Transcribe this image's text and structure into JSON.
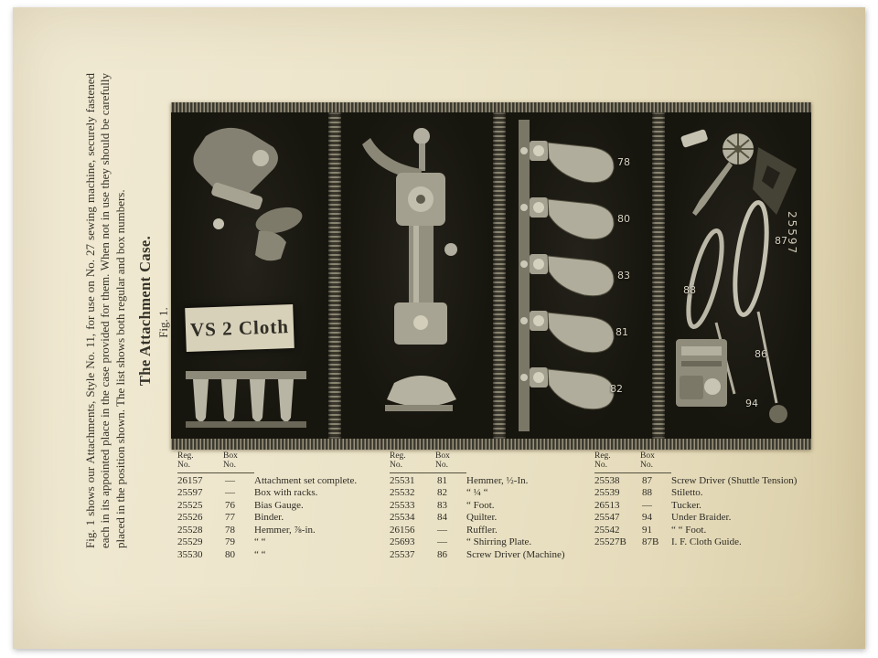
{
  "margin": {
    "note": "Fig. 1 shows our Attachments, Style No. 11, for use on No. 27 sewing machine, securely fastened each in its appointed place in the case provided for them.  When not in use they should be carefully placed in the position shown.  The list shows both regular and box numbers.",
    "title": "The Attachment Case.",
    "fig_label": "Fig. 1."
  },
  "figure": {
    "tag_label": "VS 2 Cloth",
    "panel3_numbers": [
      "78",
      "80",
      "83",
      "81",
      "82"
    ],
    "panel4_numbers": [
      "87",
      "88",
      "86",
      "94"
    ],
    "panel4_serial": "25597"
  },
  "table": {
    "reg_header": "Reg.\nNo.",
    "box_header": "Box\nNo.",
    "groups": [
      {
        "rows": [
          [
            "26157",
            "—",
            "Attachment set complete."
          ],
          [
            "25597",
            "—",
            "Box with racks."
          ],
          [
            "25525",
            "76",
            "Bias Gauge."
          ],
          [
            "25526",
            "77",
            "Binder."
          ],
          [
            "25528",
            "78",
            "Hemmer, ⅞-in."
          ],
          [
            "25529",
            "79",
            "“        “"
          ],
          [
            "35530",
            "80",
            "“        “"
          ]
        ]
      },
      {
        "rows": [
          [
            "25531",
            "81",
            "Hemmer, ½-In."
          ],
          [
            "25532",
            "82",
            "“      ¼      “"
          ],
          [
            "25533",
            "83",
            "“      Foot."
          ],
          [
            "25534",
            "84",
            "Quilter."
          ],
          [
            "26156",
            "—",
            "Ruffler."
          ],
          [
            "25693",
            "—",
            "“      Shirring Plate."
          ],
          [
            "25537",
            "86",
            "Screw Driver (Machine)"
          ]
        ]
      },
      {
        "rows": [
          [
            "25538",
            "87",
            "Screw Driver (Shuttle Tension)"
          ],
          [
            "25539",
            "88",
            "Stiletto."
          ],
          [
            "26513",
            "—",
            "Tucker."
          ],
          [
            "25547",
            "94",
            "Under Braider."
          ],
          [
            "25542",
            "91",
            "“      “      Foot."
          ],
          [
            "25527B",
            "87B",
            "I. F. Cloth Guide."
          ]
        ]
      }
    ]
  }
}
